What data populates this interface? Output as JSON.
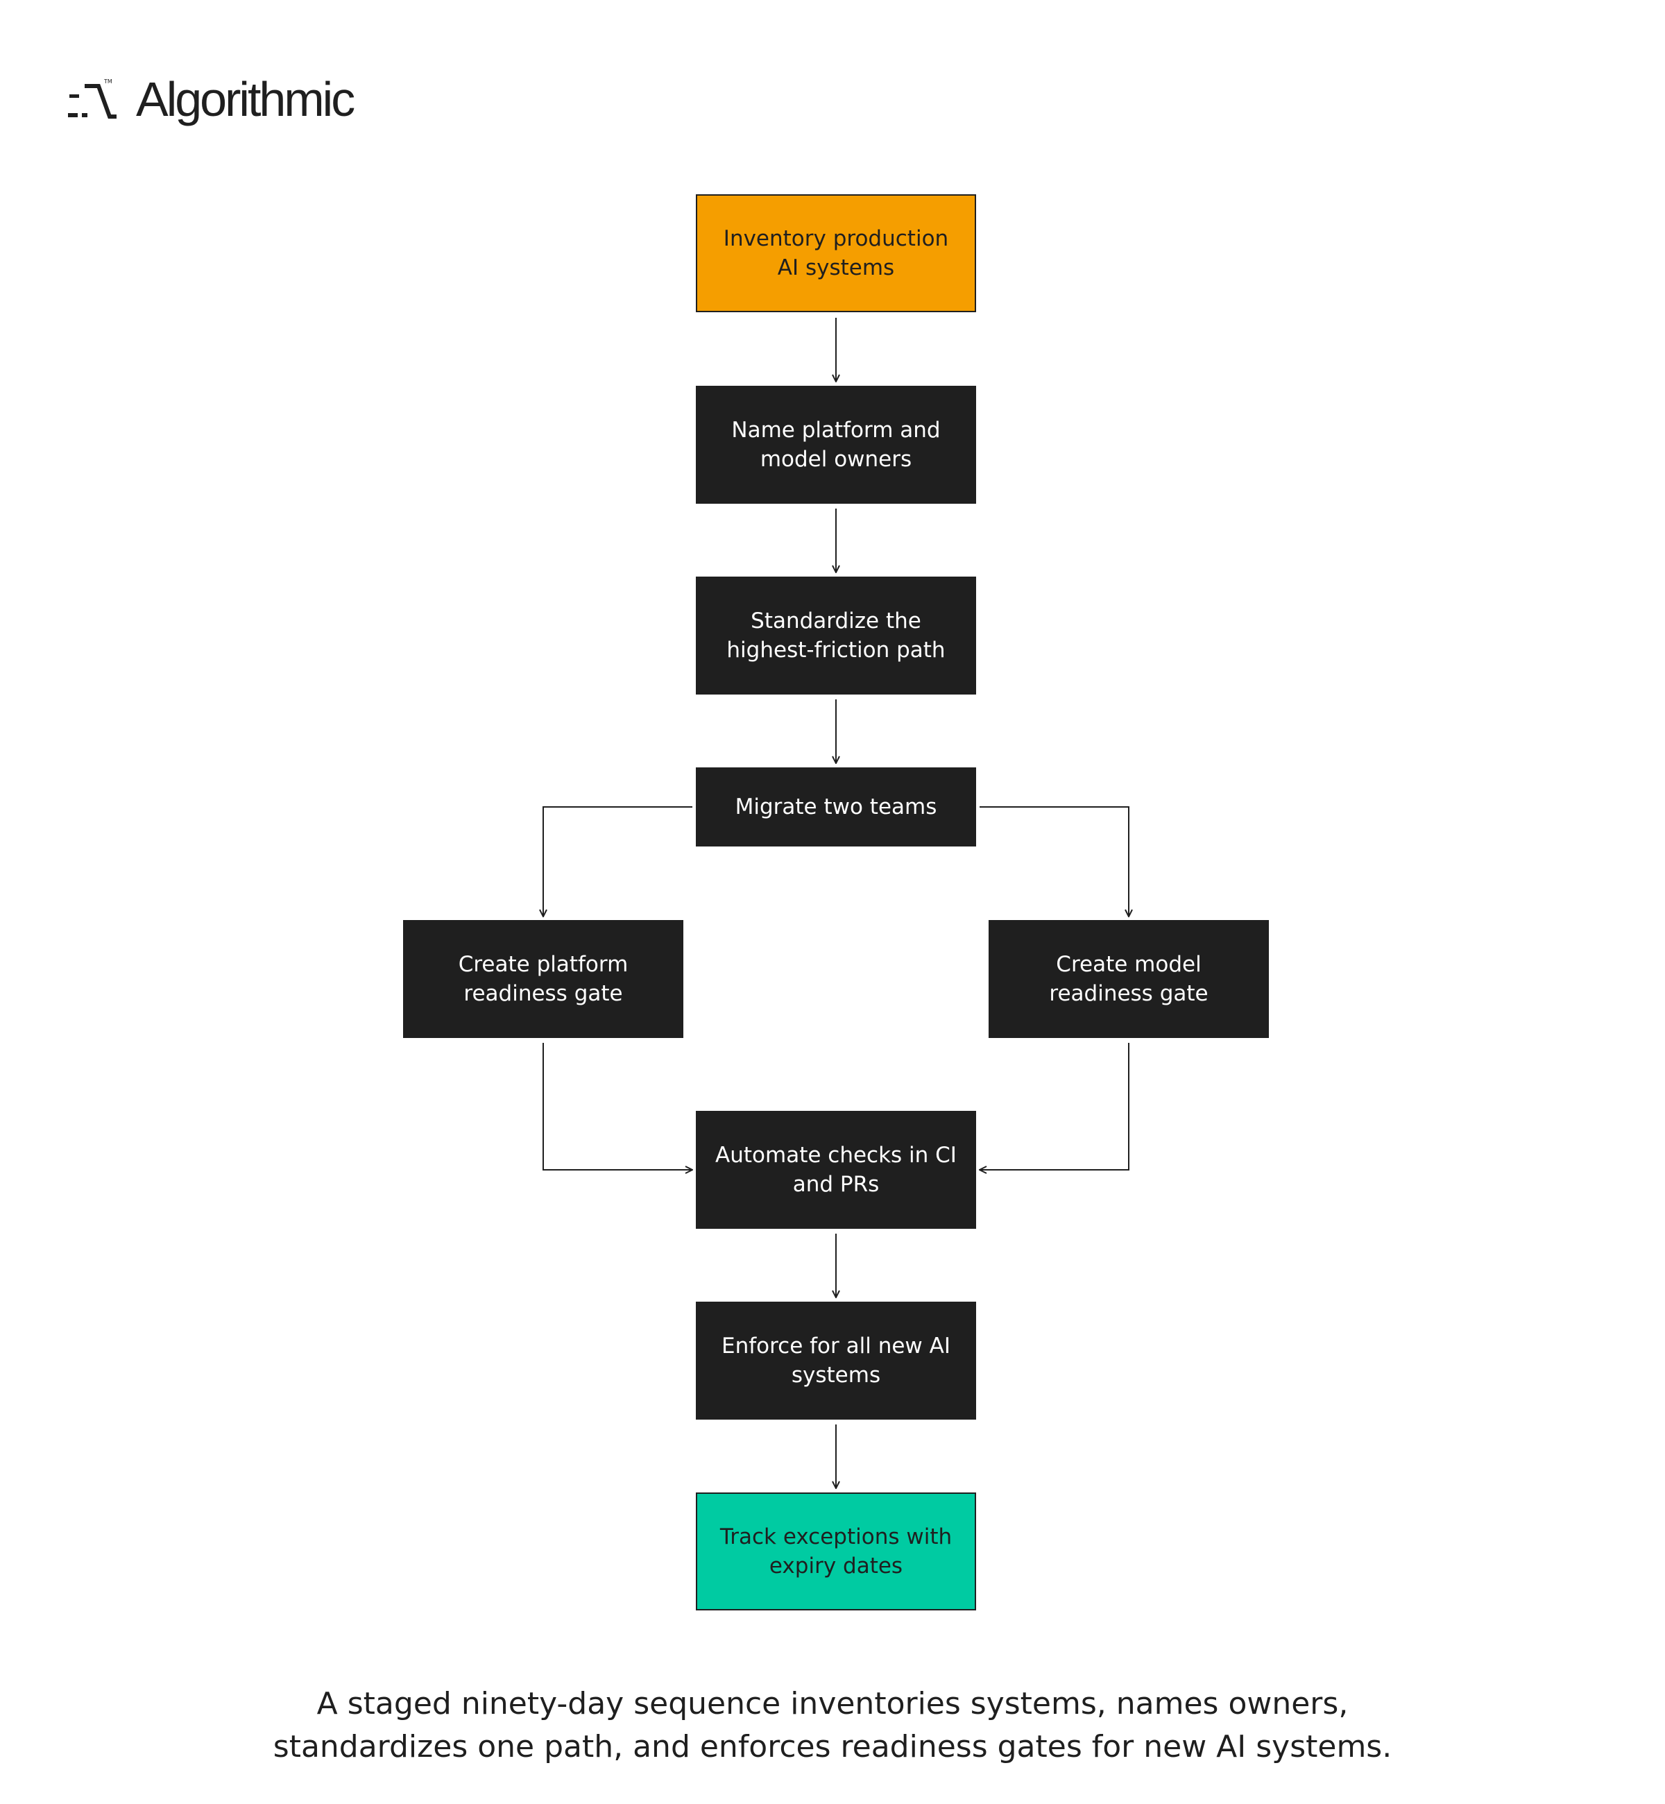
{
  "brand": {
    "name": "Algorithmic",
    "trademark": "TM",
    "logo_icon": "algorithmic-step-logo-icon"
  },
  "colors": {
    "start_node": "#f59e00",
    "end_node": "#00cba2",
    "node": "#1f1f1f",
    "node_text": "#ffffff",
    "line": "#1f1f1f"
  },
  "nodes": [
    {
      "id": "inventory",
      "label": "Inventory production AI systems",
      "style": "start"
    },
    {
      "id": "owners",
      "label": "Name platform and model owners",
      "style": "default"
    },
    {
      "id": "standardize",
      "label": "Standardize the highest-friction path",
      "style": "default"
    },
    {
      "id": "migrate",
      "label": "Migrate two teams",
      "style": "default"
    },
    {
      "id": "platform_gate",
      "label": "Create platform readiness gate",
      "style": "default"
    },
    {
      "id": "model_gate",
      "label": "Create model readiness gate",
      "style": "default"
    },
    {
      "id": "automate",
      "label": "Automate checks in CI and PRs",
      "style": "default"
    },
    {
      "id": "enforce",
      "label": "Enforce for all new AI systems",
      "style": "default"
    },
    {
      "id": "exceptions",
      "label": "Track exceptions with expiry dates",
      "style": "end"
    }
  ],
  "edges": [
    {
      "from": "inventory",
      "to": "owners"
    },
    {
      "from": "owners",
      "to": "standardize"
    },
    {
      "from": "standardize",
      "to": "migrate"
    },
    {
      "from": "migrate",
      "to": "platform_gate"
    },
    {
      "from": "migrate",
      "to": "model_gate"
    },
    {
      "from": "platform_gate",
      "to": "automate"
    },
    {
      "from": "model_gate",
      "to": "automate"
    },
    {
      "from": "automate",
      "to": "enforce"
    },
    {
      "from": "enforce",
      "to": "exceptions"
    }
  ],
  "caption": {
    "line1": "A staged ninety-day sequence inventories systems, names owners,",
    "line2": "standardizes one path, and enforces readiness gates for new AI systems."
  }
}
